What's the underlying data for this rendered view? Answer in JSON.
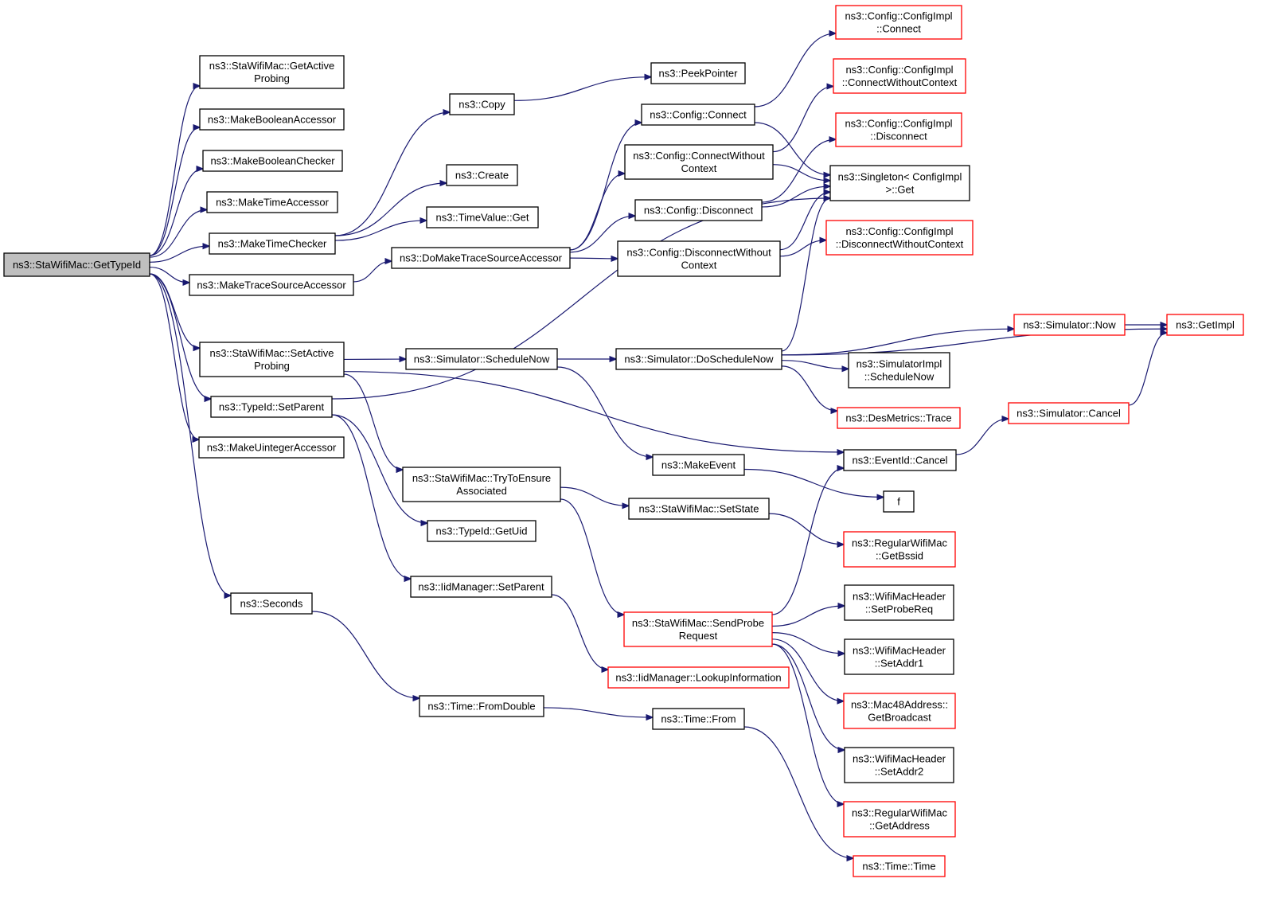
{
  "colors": {
    "edge": "#191970",
    "node_border": "#000000",
    "truncated_border": "#ff0000",
    "root_fill": "#bfbfbf",
    "node_fill": "#ffffff"
  },
  "nodes": [
    {
      "id": "root",
      "label": [
        "ns3::StaWifiMac::GetTypeId"
      ],
      "style": "root"
    },
    {
      "id": "getActiveProbing",
      "label": [
        "ns3::StaWifiMac::GetActive",
        "Probing"
      ]
    },
    {
      "id": "makeBoolAcc",
      "label": [
        "ns3::MakeBooleanAccessor"
      ]
    },
    {
      "id": "makeBoolChk",
      "label": [
        "ns3::MakeBooleanChecker"
      ]
    },
    {
      "id": "makeTimeAcc",
      "label": [
        "ns3::MakeTimeAccessor"
      ]
    },
    {
      "id": "makeTimeChk",
      "label": [
        "ns3::MakeTimeChecker"
      ]
    },
    {
      "id": "makeTraceAcc",
      "label": [
        "ns3::MakeTraceSourceAccessor"
      ]
    },
    {
      "id": "setActiveProbing",
      "label": [
        "ns3::StaWifiMac::SetActive",
        "Probing"
      ]
    },
    {
      "id": "typeIdSetParent",
      "label": [
        "ns3::TypeId::SetParent"
      ]
    },
    {
      "id": "makeUintAcc",
      "label": [
        "ns3::MakeUintegerAccessor"
      ]
    },
    {
      "id": "seconds",
      "label": [
        "ns3::Seconds"
      ]
    },
    {
      "id": "copy",
      "label": [
        "ns3::Copy"
      ]
    },
    {
      "id": "create",
      "label": [
        "ns3::Create"
      ]
    },
    {
      "id": "timeValueGet",
      "label": [
        "ns3::TimeValue::Get"
      ]
    },
    {
      "id": "doMakeTrace",
      "label": [
        "ns3::DoMakeTraceSourceAccessor"
      ]
    },
    {
      "id": "schedNow",
      "label": [
        "ns3::Simulator::ScheduleNow"
      ]
    },
    {
      "id": "tryEnsure",
      "label": [
        "ns3::StaWifiMac::TryToEnsure",
        "Associated"
      ]
    },
    {
      "id": "getUid",
      "label": [
        "ns3::TypeId::GetUid"
      ]
    },
    {
      "id": "iidSetParent",
      "label": [
        "ns3::IidManager::SetParent"
      ]
    },
    {
      "id": "fromDouble",
      "label": [
        "ns3::Time::FromDouble"
      ]
    },
    {
      "id": "peekPointer",
      "label": [
        "ns3::PeekPointer"
      ]
    },
    {
      "id": "cfgConnect",
      "label": [
        "ns3::Config::Connect"
      ]
    },
    {
      "id": "cfgConnectWO",
      "label": [
        "ns3::Config::ConnectWithout",
        "Context"
      ]
    },
    {
      "id": "cfgDisconnect",
      "label": [
        "ns3::Config::Disconnect"
      ]
    },
    {
      "id": "cfgDisconnectWO",
      "label": [
        "ns3::Config::DisconnectWithout",
        "Context"
      ]
    },
    {
      "id": "doSchedNow",
      "label": [
        "ns3::Simulator::DoScheduleNow"
      ]
    },
    {
      "id": "makeEvent",
      "label": [
        "ns3::MakeEvent"
      ]
    },
    {
      "id": "setState",
      "label": [
        "ns3::StaWifiMac::SetState"
      ]
    },
    {
      "id": "sendProbe",
      "label": [
        "ns3::StaWifiMac::SendProbe",
        "Request"
      ],
      "style": "truncated"
    },
    {
      "id": "lookupInfo",
      "label": [
        "ns3::IidManager::LookupInformation"
      ],
      "style": "truncated"
    },
    {
      "id": "timeFrom",
      "label": [
        "ns3::Time::From"
      ]
    },
    {
      "id": "implConnect",
      "label": [
        "ns3::Config::ConfigImpl",
        "::Connect"
      ],
      "style": "truncated"
    },
    {
      "id": "implConnectWO",
      "label": [
        "ns3::Config::ConfigImpl",
        "::ConnectWithoutContext"
      ],
      "style": "truncated"
    },
    {
      "id": "implDisconnect",
      "label": [
        "ns3::Config::ConfigImpl",
        "::Disconnect"
      ],
      "style": "truncated"
    },
    {
      "id": "singletonGet",
      "label": [
        "ns3::Singleton< ConfigImpl",
        " >::Get"
      ]
    },
    {
      "id": "implDisconnectWO",
      "label": [
        "ns3::Config::ConfigImpl",
        "::DisconnectWithoutContext"
      ],
      "style": "truncated"
    },
    {
      "id": "simNow",
      "label": [
        "ns3::Simulator::Now"
      ],
      "style": "truncated"
    },
    {
      "id": "simImplSched",
      "label": [
        "ns3::SimulatorImpl",
        "::ScheduleNow"
      ]
    },
    {
      "id": "desTrace",
      "label": [
        "ns3::DesMetrics::Trace"
      ],
      "style": "truncated"
    },
    {
      "id": "eventCancel",
      "label": [
        "ns3::EventId::Cancel"
      ]
    },
    {
      "id": "f",
      "label": [
        "f"
      ]
    },
    {
      "id": "getBssid",
      "label": [
        "ns3::RegularWifiMac",
        "::GetBssid"
      ],
      "style": "truncated"
    },
    {
      "id": "setProbeReq",
      "label": [
        "ns3::WifiMacHeader",
        "::SetProbeReq"
      ]
    },
    {
      "id": "setAddr1",
      "label": [
        "ns3::WifiMacHeader",
        "::SetAddr1"
      ]
    },
    {
      "id": "getBroadcast",
      "label": [
        "ns3::Mac48Address::",
        "GetBroadcast"
      ],
      "style": "truncated"
    },
    {
      "id": "setAddr2",
      "label": [
        "ns3::WifiMacHeader",
        "::SetAddr2"
      ]
    },
    {
      "id": "getAddress",
      "label": [
        "ns3::RegularWifiMac",
        "::GetAddress"
      ],
      "style": "truncated"
    },
    {
      "id": "timeTime",
      "label": [
        "ns3::Time::Time"
      ],
      "style": "truncated"
    },
    {
      "id": "simCancel",
      "label": [
        "ns3::Simulator::Cancel"
      ],
      "style": "truncated"
    },
    {
      "id": "getImpl",
      "label": [
        "ns3::GetImpl"
      ],
      "style": "truncated"
    }
  ],
  "edges": [
    [
      "root",
      "getActiveProbing"
    ],
    [
      "root",
      "makeBoolAcc"
    ],
    [
      "root",
      "makeBoolChk"
    ],
    [
      "root",
      "makeTimeAcc"
    ],
    [
      "root",
      "makeTimeChk"
    ],
    [
      "root",
      "makeTraceAcc"
    ],
    [
      "root",
      "setActiveProbing"
    ],
    [
      "root",
      "typeIdSetParent"
    ],
    [
      "root",
      "makeUintAcc"
    ],
    [
      "root",
      "seconds"
    ],
    [
      "makeTimeChk",
      "copy"
    ],
    [
      "makeTimeChk",
      "create"
    ],
    [
      "makeTimeChk",
      "timeValueGet"
    ],
    [
      "copy",
      "peekPointer"
    ],
    [
      "makeTraceAcc",
      "doMakeTrace"
    ],
    [
      "doMakeTrace",
      "cfgConnect"
    ],
    [
      "doMakeTrace",
      "cfgConnectWO"
    ],
    [
      "doMakeTrace",
      "cfgDisconnect"
    ],
    [
      "doMakeTrace",
      "cfgDisconnectWO"
    ],
    [
      "cfgConnect",
      "implConnect"
    ],
    [
      "cfgConnect",
      "singletonGet"
    ],
    [
      "cfgConnectWO",
      "implConnectWO"
    ],
    [
      "cfgConnectWO",
      "singletonGet"
    ],
    [
      "cfgDisconnect",
      "implDisconnect"
    ],
    [
      "cfgDisconnect",
      "singletonGet"
    ],
    [
      "cfgDisconnectWO",
      "singletonGet"
    ],
    [
      "cfgDisconnectWO",
      "implDisconnectWO"
    ],
    [
      "setActiveProbing",
      "schedNow"
    ],
    [
      "setActiveProbing",
      "tryEnsure"
    ],
    [
      "setActiveProbing",
      "eventCancel"
    ],
    [
      "typeIdSetParent",
      "singletonGet"
    ],
    [
      "typeIdSetParent",
      "getUid"
    ],
    [
      "typeIdSetParent",
      "iidSetParent"
    ],
    [
      "schedNow",
      "doSchedNow"
    ],
    [
      "schedNow",
      "makeEvent"
    ],
    [
      "doSchedNow",
      "getImpl"
    ],
    [
      "doSchedNow",
      "simNow"
    ],
    [
      "doSchedNow",
      "simImplSched"
    ],
    [
      "doSchedNow",
      "desTrace"
    ],
    [
      "doSchedNow",
      "singletonGet"
    ],
    [
      "simNow",
      "getImpl"
    ],
    [
      "simCancel",
      "getImpl"
    ],
    [
      "eventCancel",
      "simCancel"
    ],
    [
      "makeEvent",
      "f"
    ],
    [
      "tryEnsure",
      "setState"
    ],
    [
      "tryEnsure",
      "sendProbe"
    ],
    [
      "setState",
      "getBssid"
    ],
    [
      "sendProbe",
      "eventCancel"
    ],
    [
      "sendProbe",
      "setProbeReq"
    ],
    [
      "sendProbe",
      "setAddr1"
    ],
    [
      "sendProbe",
      "getBroadcast"
    ],
    [
      "sendProbe",
      "setAddr2"
    ],
    [
      "sendProbe",
      "getAddress"
    ],
    [
      "iidSetParent",
      "lookupInfo"
    ],
    [
      "seconds",
      "fromDouble"
    ],
    [
      "fromDouble",
      "timeFrom"
    ],
    [
      "timeFrom",
      "timeTime"
    ]
  ]
}
